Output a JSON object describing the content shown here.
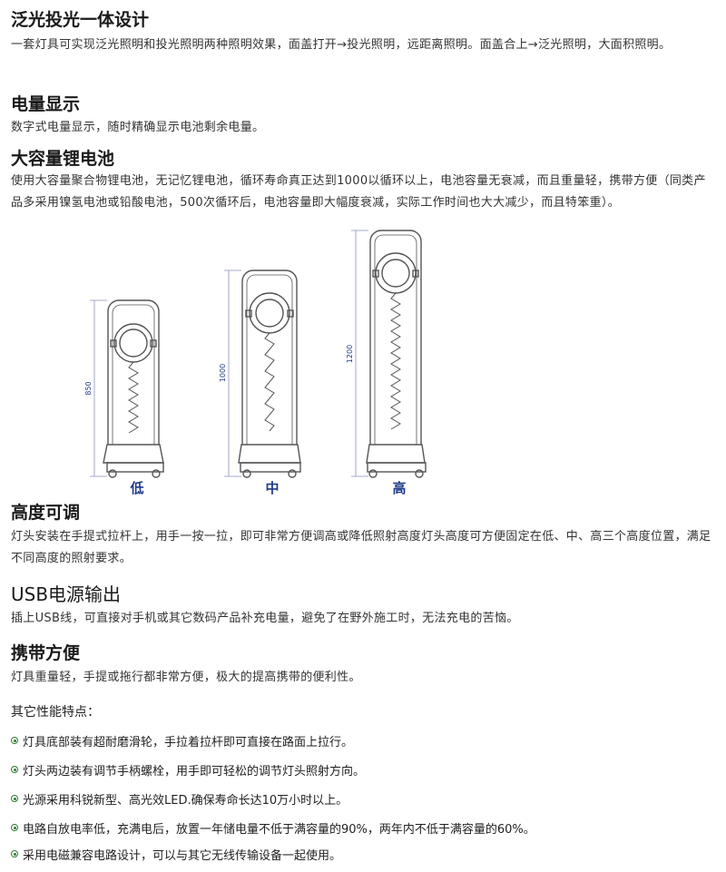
{
  "sections": [
    {
      "title": "泛光投光一体设计",
      "text": "一套灯具可实现泛光照明和投光照明两种照明效果，面盖打开→投光照明，远距离照明。面盖合上→泛光照明，大面积照明。"
    },
    {
      "title": "电量显示",
      "text": "数字式电量显示，随时精确显示电池剩余电量。"
    },
    {
      "title": "大容量锂电池",
      "text": "使用大容量聚合物锂电池，无记忆锂电池，循环寿命真正达到1000以循环以上，电池容量无衰减，而且重量轻，携带方便（同类产品多采用镍氢电池或铅酸电池，500次循环后，电池容量即大幅度衰减，实际工作时间也大大减少，而且特笨重）。"
    },
    {
      "title": "高度可调",
      "text": "灯头安装在手提式拉杆上，用手一按一拉，即可非常方便调高或降低照射高度灯头高度可方便固定在低、中、高三个高度位置，满足不同高度的照射要求。"
    },
    {
      "title": "USB电源输出",
      "text": "插上USB线，可直接对手机或其它数码产品补充电量，避免了在野外施工时，无法充电的苦恼。"
    },
    {
      "title": "携带方便",
      "text": "灯具重量轻，手提或拖行都非常方便，极大的提高携带的便利性。"
    }
  ],
  "figure": {
    "lamps": [
      {
        "label": "低",
        "dimension": "850"
      },
      {
        "label": "中",
        "dimension": "1000"
      },
      {
        "label": "高",
        "dimension": "1200"
      }
    ],
    "accent_color": "#1f3a8a"
  },
  "features": {
    "title": "其它性能特点：",
    "items": [
      "灯具底部装有超耐磨滑轮，手拉着拉杆即可直接在路面上拉行。",
      "灯头两边装有调节手柄螺栓，用手即可轻松的调节灯头照射方向。",
      "光源采用科锐新型、高光效LED.确保寿命长达10万小时以上。",
      "电路自放电率低，充满电后，放置一年储电量不低于满容量的90%，两年内不低于满容量的60%。",
      "采用电磁兼容电路设计，可以与其它无线传输设备一起使用。"
    ],
    "bullet_color": "#2e7d32"
  }
}
